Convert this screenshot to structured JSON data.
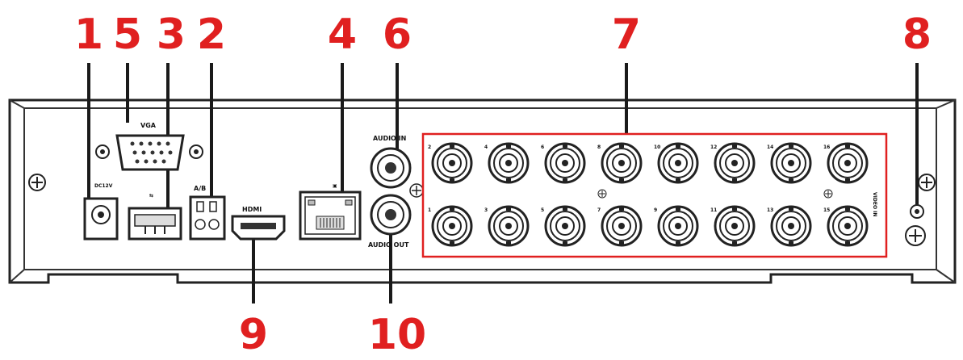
{
  "callouts": [
    "1",
    "5",
    "3",
    "2",
    "4",
    "6",
    "7",
    "8",
    "9",
    "10"
  ],
  "labels": {
    "vga": "VGA",
    "dc": "DC12V",
    "ab": "A/B",
    "hdmi": "HDMI",
    "audio_in": "AUDIO IN",
    "audio_out": "AUDIO OUT",
    "video_in": "VIDEO IN"
  },
  "channels": {
    "top": [
      "2",
      "4",
      "6",
      "8",
      "10",
      "12",
      "14",
      "16"
    ],
    "bottom": [
      "1",
      "3",
      "5",
      "7",
      "9",
      "11",
      "13",
      "15"
    ]
  },
  "colors": {
    "callout": "#e02020",
    "highlight_box": "#e02020",
    "line": "#1a1a1a"
  }
}
